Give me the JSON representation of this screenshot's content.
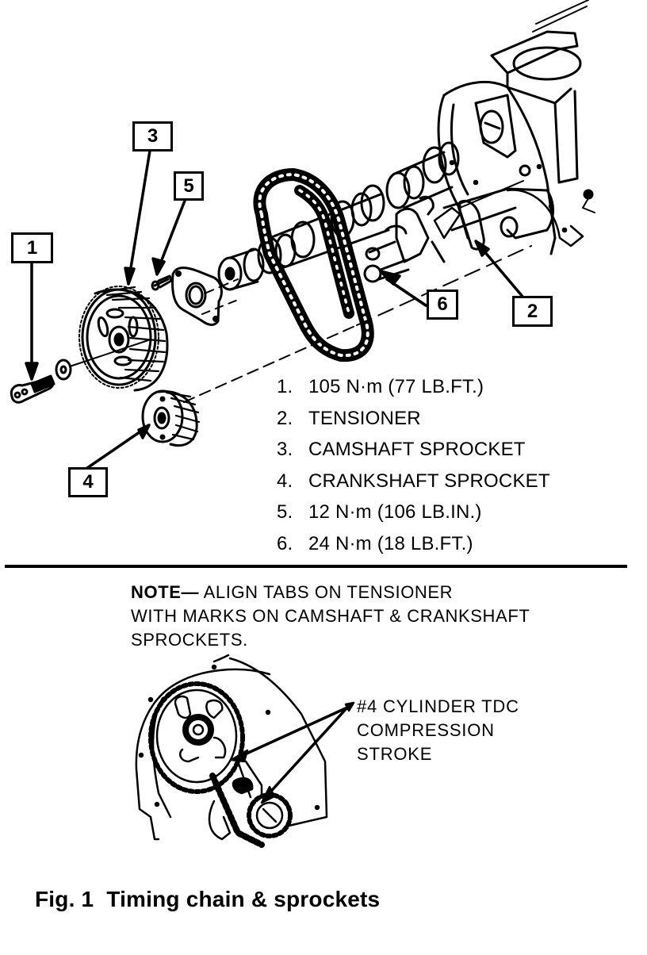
{
  "figure": {
    "caption": "Fig. 1  Timing chain & sprockets"
  },
  "callouts": [
    {
      "id": "1",
      "label": "1"
    },
    {
      "id": "2",
      "label": "2"
    },
    {
      "id": "3",
      "label": "3"
    },
    {
      "id": "4",
      "label": "4"
    },
    {
      "id": "5",
      "label": "5"
    },
    {
      "id": "6",
      "label": "6"
    }
  ],
  "legend": {
    "items": [
      {
        "number": "1.",
        "text": "105 N·m (77 LB.FT.)"
      },
      {
        "number": "2.",
        "text": "TENSIONER"
      },
      {
        "number": "3.",
        "text": "CAMSHAFT SPROCKET"
      },
      {
        "number": "4.",
        "text": "CRANKSHAFT SPROCKET"
      },
      {
        "number": "5.",
        "text": "12 N·m (106 LB.IN.)"
      },
      {
        "number": "6.",
        "text": "24 N·m (18 LB.FT.)"
      }
    ]
  },
  "note": {
    "label": "NOTE—",
    "line1": " ALIGN TABS ON TENSIONER",
    "line2": "WITH MARKS ON CAMSHAFT & CRANKSHAFT",
    "line3": "SPROCKETS."
  },
  "detail": {
    "annotation_line1": "#4 CYLINDER TDC",
    "annotation_line2": "COMPRESSION",
    "annotation_line3": "STROKE"
  },
  "colors": {
    "ink": "#000000",
    "paper": "#ffffff"
  }
}
